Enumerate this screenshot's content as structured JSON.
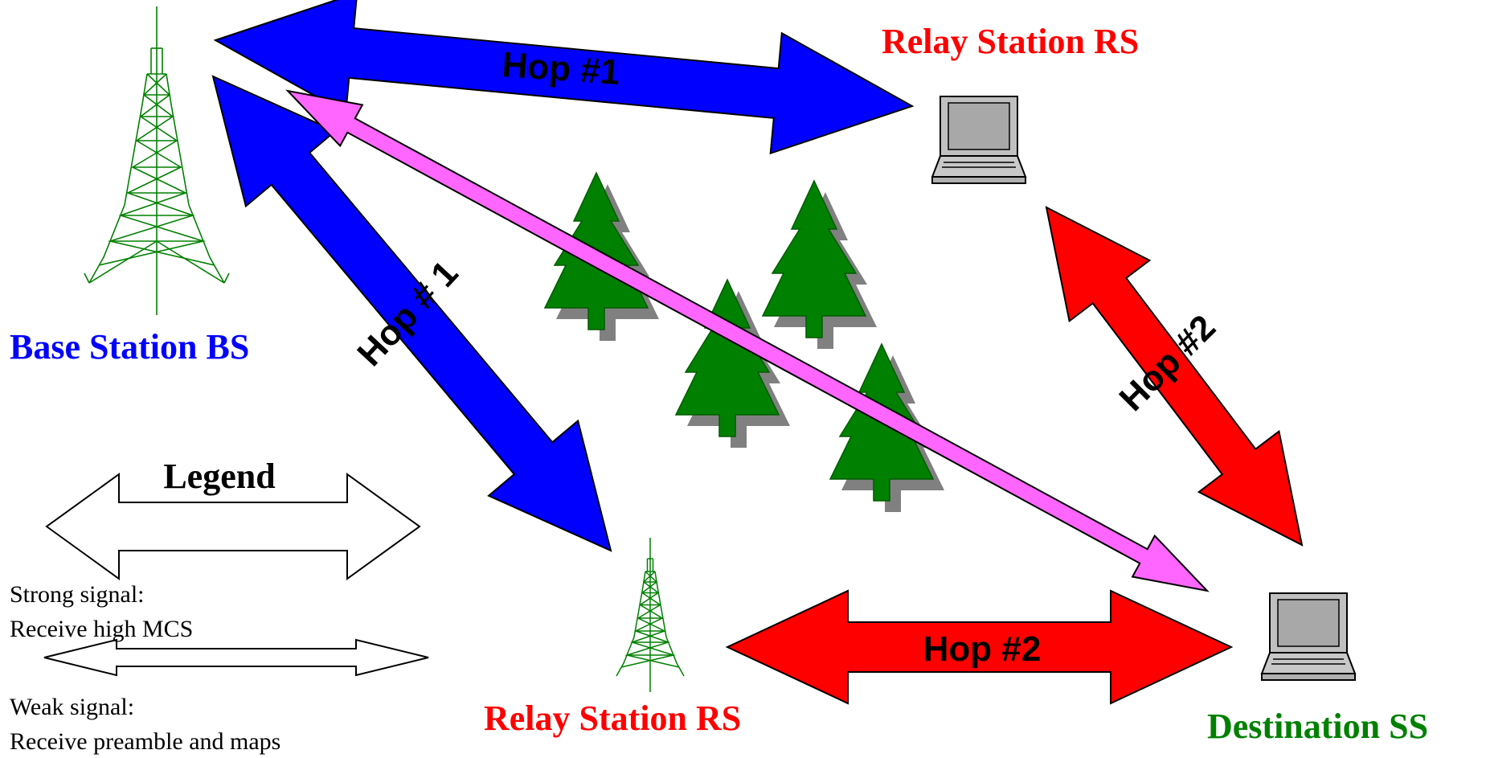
{
  "colors": {
    "strong_hop1": "#0000ff",
    "strong_hop2": "#ff0000",
    "weak_link": "#ff66ff",
    "tree": "#008000",
    "tree_shadow": "#808080",
    "tower": "#008000",
    "bs_label": "#0000ff",
    "rs_label": "#ff0000",
    "ss_label": "#008000"
  },
  "nodes": {
    "base_station": {
      "label": "Base Station BS",
      "icon": "tower-icon"
    },
    "relay_station_top": {
      "label": "Relay Station RS",
      "icon": "laptop-icon"
    },
    "relay_station_bottom": {
      "label": "Relay Station RS",
      "icon": "tower-icon"
    },
    "destination": {
      "label": "Destination SS",
      "icon": "laptop-icon"
    }
  },
  "links": {
    "bs_to_rs_top": {
      "label": "Hop #1",
      "type": "strong"
    },
    "bs_to_rs_bottom": {
      "label": "Hop # 1",
      "type": "strong"
    },
    "rs_top_to_ss": {
      "label": "Hop #2",
      "type": "strong"
    },
    "rs_bottom_to_ss": {
      "label": "Hop #2",
      "type": "strong"
    },
    "bs_to_ss": {
      "label": "",
      "type": "weak"
    }
  },
  "legend": {
    "title": "Legend",
    "strong_line1": "Strong signal:",
    "strong_line2": "Receive high MCS",
    "weak_line1": "Weak signal:",
    "weak_line2": "Receive preamble and maps"
  }
}
